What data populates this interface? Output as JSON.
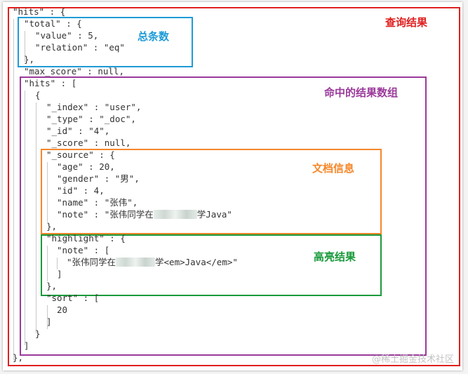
{
  "code": {
    "l1": "\"hits\" : {",
    "l2": "\"total\" : {",
    "l3": "\"value\" : 5,",
    "l4": "\"relation\" : \"eq\"",
    "l5": "},",
    "l6": "\"max_score\" : null,",
    "l7": "\"hits\" : [",
    "l8": "{",
    "l9": "\"_index\" : \"user\",",
    "l10": "\"_type\" : \"_doc\",",
    "l11": "\"_id\" : \"4\",",
    "l12": "\"_score\" : null,",
    "l13": "\"_source\" : {",
    "l14": "\"age\" : 20,",
    "l15": "\"gender\" : \"男\",",
    "l16": "\"id\" : 4,",
    "l17": "\"name\" : \"张伟\",",
    "l18a": "\"note\" : \"张伟同学在",
    "l18b": "学Java\"",
    "l19": "},",
    "l20": "\"highlight\" : {",
    "l21": "\"note\" : [",
    "l22a": "\"张伟同学在",
    "l22b": "学<em>Java</em>\"",
    "l23": "]",
    "l24": "},",
    "l25": "\"sort\" : [",
    "l26": "20",
    "l27": "]",
    "l28": "}",
    "l29": "]",
    "l30": "},"
  },
  "labels": {
    "query_result": "查询结果",
    "total": "总条数",
    "hits_array": "命中的结果数组",
    "doc_info": "文档信息",
    "highlight": "高亮结果"
  },
  "watermark": "@稀土掘金技术社区",
  "colors": {
    "query_result": "#e02020",
    "total": "#1e9bd7",
    "hits_array": "#9b3a9b",
    "doc_info": "#f5872a",
    "highlight": "#1a9a3c"
  }
}
